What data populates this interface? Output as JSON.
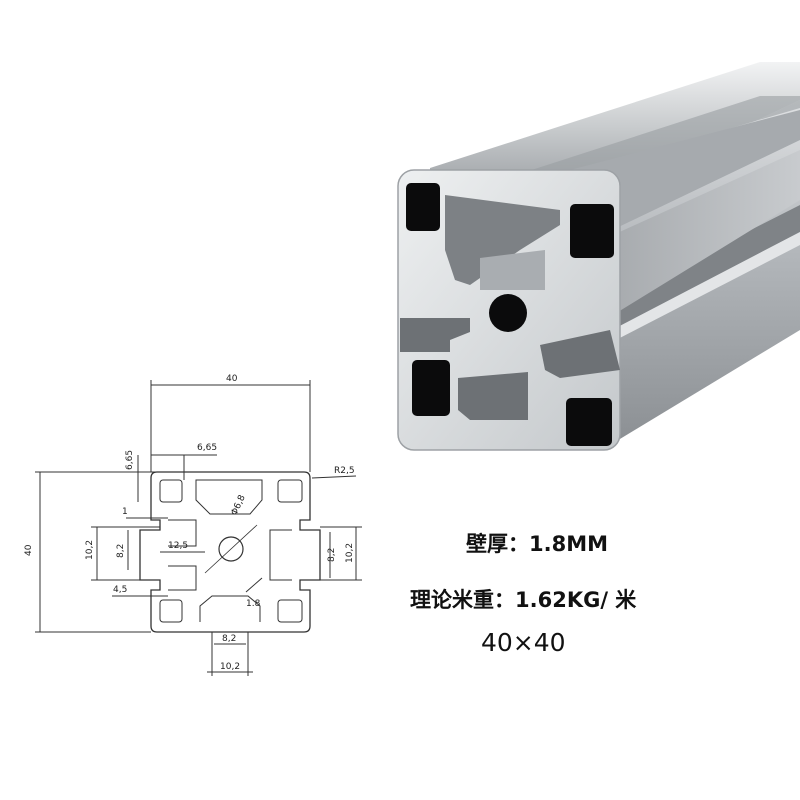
{
  "drawing": {
    "dimensions": {
      "width_top": "40",
      "height_left": "40",
      "slot_offset": "6,65",
      "slot_offset_v": "6,65",
      "radius": "R2,5",
      "bore": "Φ6,8",
      "lip": "1",
      "slot_outer_left": "10,2",
      "slot_inner_left": "8,2",
      "core": "12,5",
      "slot_inner_right": "8,2",
      "slot_outer_right": "10,2",
      "depth": "4,5",
      "wall": "1.8",
      "slot_inner_bottom": "8,2",
      "slot_outer_bottom": "10,2"
    }
  },
  "specs": {
    "wall_thickness": "壁厚：1.8MM",
    "unit_weight": "理论米重：1.62KG/ 米",
    "size": "40×40"
  },
  "colors": {
    "aluminum_light": "#e6e8ea",
    "aluminum_mid": "#b4b8bc",
    "aluminum_dark": "#7d8185",
    "cavity": "#0b0b0c",
    "line": "#333333"
  }
}
